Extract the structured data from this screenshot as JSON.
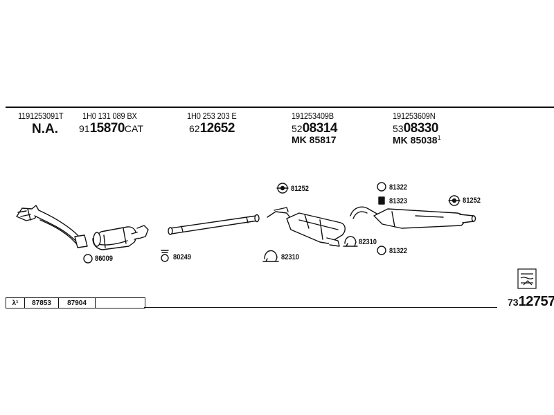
{
  "columns": [
    {
      "oe": "1191253091T",
      "article_main": "N.A.",
      "article_pre": "",
      "article_suf": "",
      "mk": "",
      "mk_sup": ""
    },
    {
      "oe": "1H0 131 089 BX",
      "article_pre": "91",
      "article_main": "15870",
      "article_suf": "CAT",
      "mk": "",
      "mk_sup": ""
    },
    {
      "oe": "1H0 253 203 E",
      "article_pre": "62",
      "article_main": "12652",
      "article_suf": "",
      "mk": "",
      "mk_sup": ""
    },
    {
      "oe": "191253409B",
      "article_pre": "52",
      "article_main": "08314",
      "article_suf": "",
      "mk": "MK 85817",
      "mk_sup": ""
    },
    {
      "oe": "191253609N",
      "article_pre": "53",
      "article_main": "08330",
      "article_suf": "",
      "mk": "MK 85038",
      "mk_sup": "1"
    }
  ],
  "components": [
    {
      "label": "86009"
    },
    {
      "label": "80249"
    },
    {
      "label": "81252"
    },
    {
      "label": "82310"
    },
    {
      "label": "82310"
    },
    {
      "label": "81322"
    },
    {
      "label": "81323"
    },
    {
      "label": "81322"
    },
    {
      "label": "81252"
    }
  ],
  "bottom_bar": {
    "lambda": "λ¹",
    "cell1": "87853",
    "cell2": "87904",
    "cell3": ""
  },
  "diagram_number": {
    "pre": "73",
    "main": "12757"
  },
  "icon": "car-exhaust-pictogram-icon"
}
